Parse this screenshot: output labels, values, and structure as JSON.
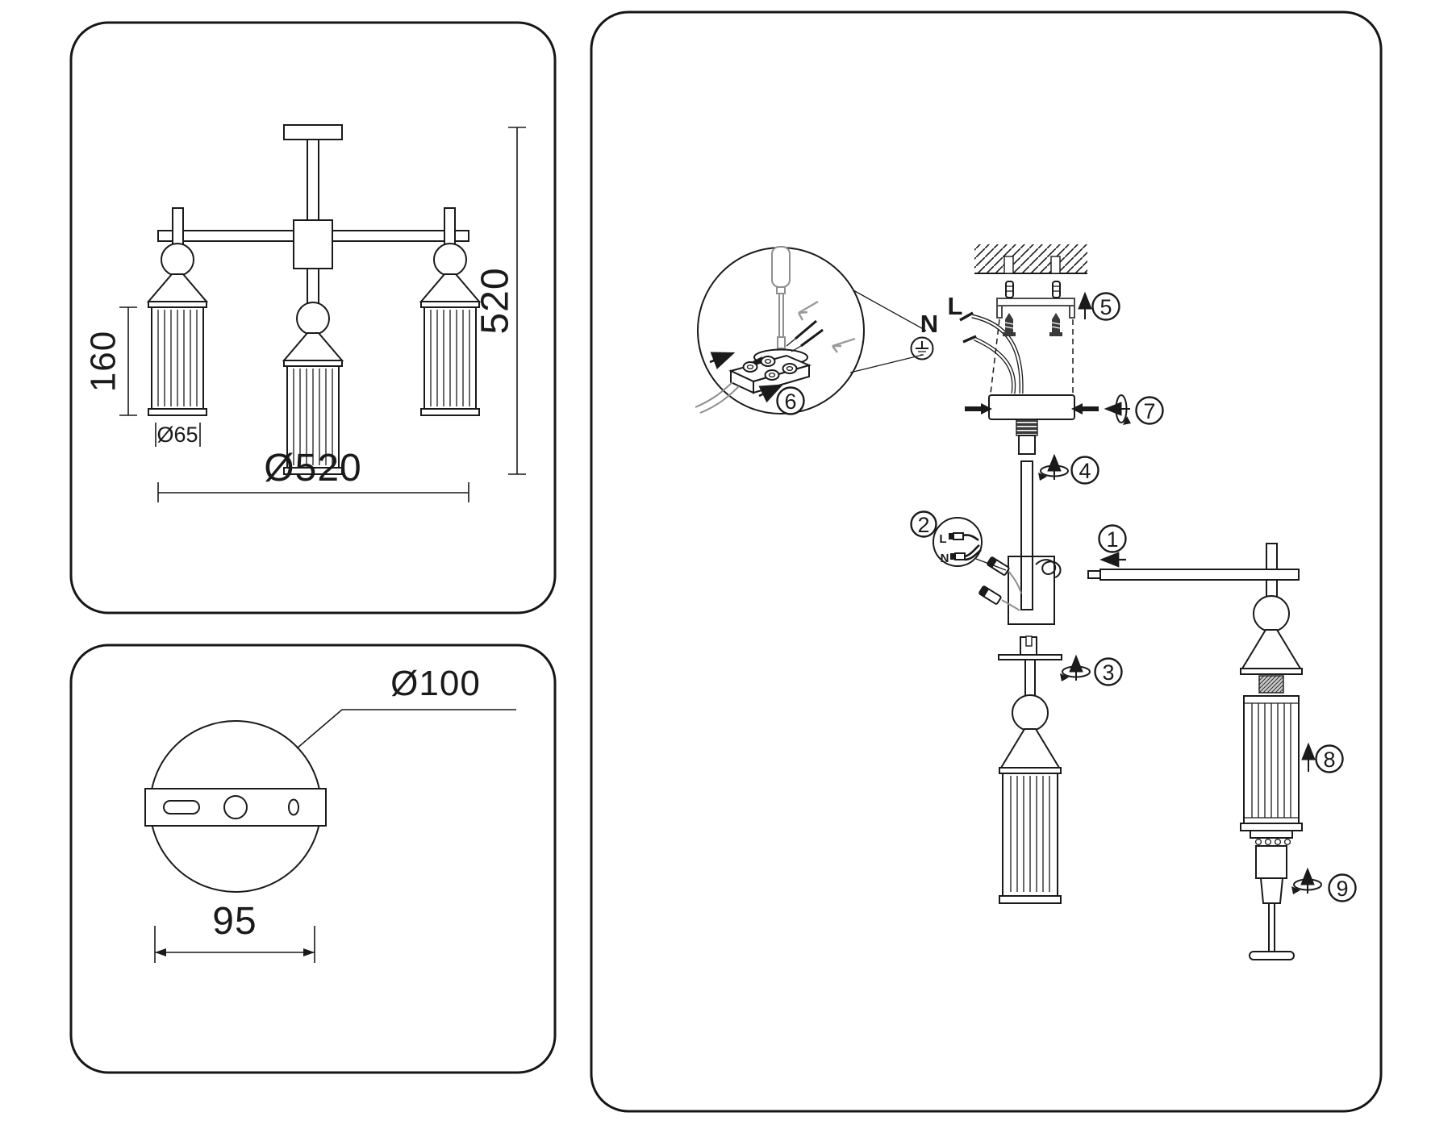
{
  "colors": {
    "ink": "#1a1a1a",
    "wire_gray": "#999999",
    "hardware_dark": "#3a3a3a",
    "paper": "#ffffff"
  },
  "front_view": {
    "shade_height": "160",
    "shade_diameter": "Ø65",
    "fixture_diameter": "Ø520",
    "fixture_height": "520"
  },
  "canopy_view": {
    "canopy_diameter": "Ø100",
    "hole_spacing": "95"
  },
  "assembly": {
    "steps": {
      "step1": "1",
      "step2": "2",
      "step3": "3",
      "step4": "4",
      "step5": "5",
      "step6": "6",
      "step7": "7",
      "step8": "8",
      "step9": "9"
    },
    "wiring": {
      "neutral": "N",
      "line": "L",
      "detail_line": "L",
      "detail_neutral": "N"
    }
  }
}
